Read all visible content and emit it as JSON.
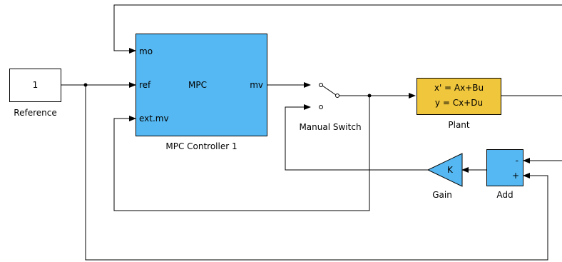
{
  "reference": {
    "value": "1",
    "caption": "Reference"
  },
  "mpc": {
    "caption": "MPC Controller 1",
    "center": "MPC",
    "inputs": [
      "mo",
      "ref",
      "ext.mv"
    ],
    "output": "mv"
  },
  "switch": {
    "caption": "Manual Switch"
  },
  "plant": {
    "line1": "x' = Ax+Bu",
    "line2": "y = Cx+Du",
    "caption": "Plant"
  },
  "gain": {
    "symbol": "K",
    "caption": "Gain"
  },
  "add": {
    "signs": [
      "-",
      "+"
    ],
    "caption": "Add"
  },
  "colors": {
    "block_blue": "#55b8f2",
    "plant_yellow": "#f0c63c",
    "line": "#000000"
  }
}
